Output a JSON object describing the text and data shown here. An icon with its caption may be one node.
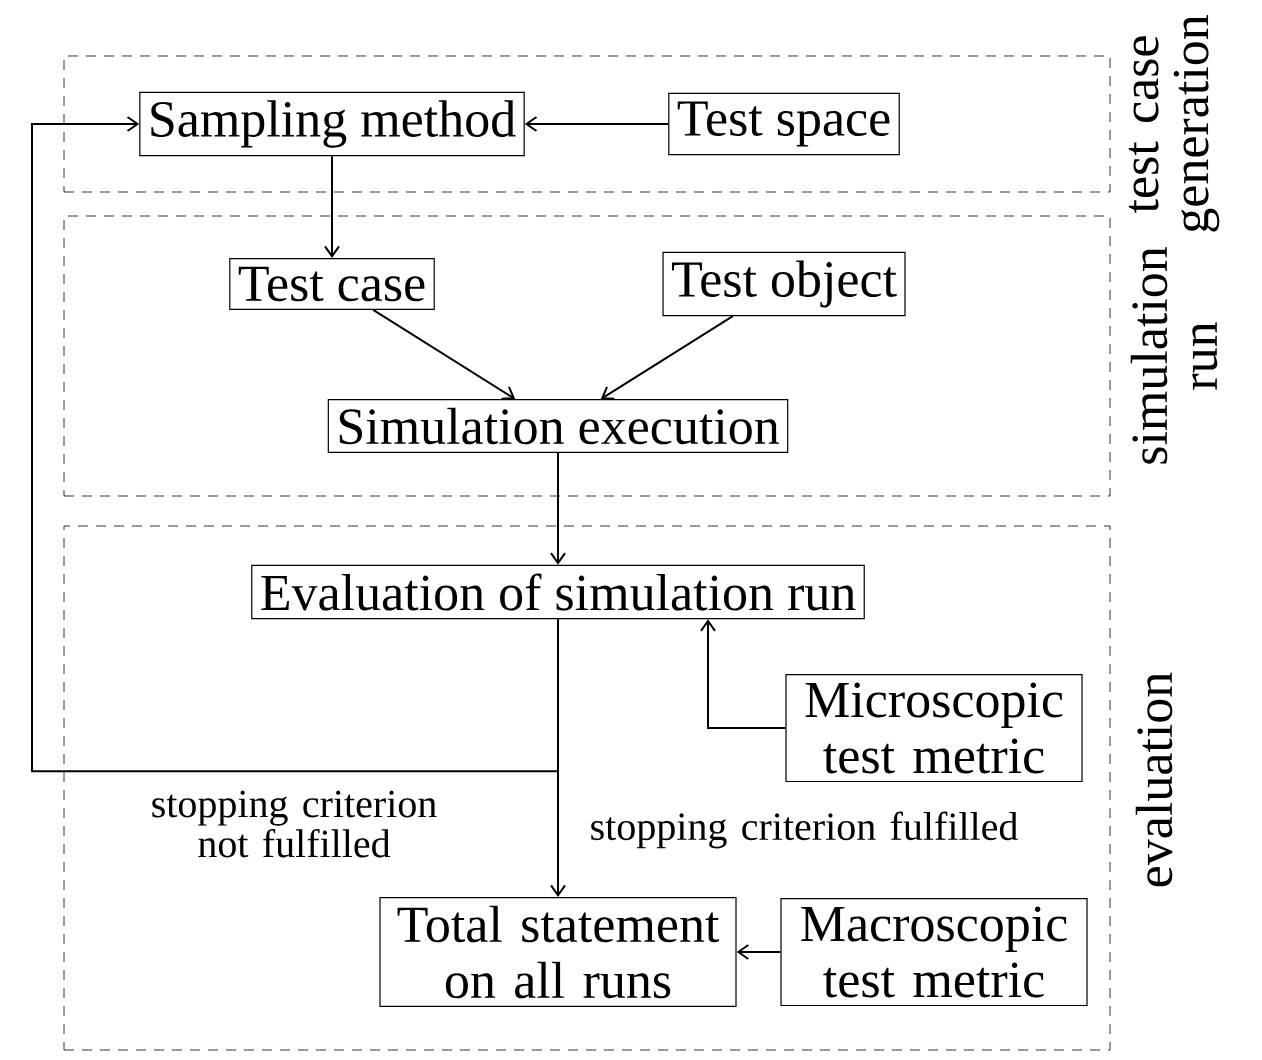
{
  "diagram": {
    "nodes": [
      {
        "text": [
          "test case generation"
        ]
      },
      {
        "text": [
          "Sampling method"
        ],
        "in": 0
      },
      {
        "text": [
          "Test space"
        ],
        "in": 0
      },
      {
        "text": [
          "simulation run"
        ]
      },
      {
        "text": [
          "Test case"
        ],
        "in": 3
      },
      {
        "text": [
          "Test object"
        ],
        "in": 3
      },
      {
        "text": [
          "Simulation execution"
        ],
        "in": 3
      },
      {
        "text": [
          "evaluation"
        ]
      },
      {
        "text": [
          "Evaluation of simulation run"
        ],
        "in": 7
      },
      {
        "text": [
          "Microscopic test metric"
        ],
        "in": 7
      },
      {
        "text": [
          "Total statement on all runs"
        ],
        "in": 7
      },
      {
        "text": [
          "Macroscopic test metric"
        ],
        "in": 7
      }
    ],
    "edges": [
      {
        "from": 2,
        "to": 1,
        "arrow": "to"
      },
      {
        "from": 1,
        "to": 4,
        "arrow": "to"
      },
      {
        "from": 4,
        "to": 6,
        "arrow": "to"
      },
      {
        "from": 5,
        "to": 6,
        "arrow": "to"
      },
      {
        "from": 6,
        "to": 8,
        "arrow": "to"
      },
      {
        "from": 9,
        "to": 8,
        "arrow": "to"
      },
      {
        "from": 8,
        "to": 1,
        "arrow": "to",
        "label": "stopping criterion not fulfilled"
      },
      {
        "from": 8,
        "to": 10,
        "arrow": "to",
        "label": "stopping criterion fulfilled"
      },
      {
        "from": 11,
        "to": 10,
        "arrow": "to"
      }
    ]
  }
}
